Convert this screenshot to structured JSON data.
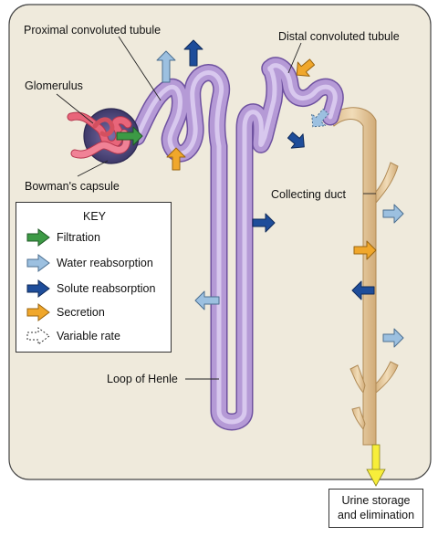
{
  "labels": {
    "proximal_tubule": "Proximal convoluted tubule",
    "glomerulus": "Glomerulus",
    "bowmans_capsule": "Bowman's capsule",
    "distal_tubule": "Distal convoluted tubule",
    "collecting_duct": "Collecting duct",
    "loop_of_henle": "Loop of Henle"
  },
  "key": {
    "title": "KEY",
    "items": [
      {
        "label": "Filtration",
        "icon": "filtration-arrow-icon",
        "color": "#3c9a45"
      },
      {
        "label": "Water reabsorption",
        "icon": "water-reabsorption-arrow-icon",
        "color": "#9cc0e0"
      },
      {
        "label": "Solute reabsorption",
        "icon": "solute-reabsorption-arrow-icon",
        "color": "#1e4d9a"
      },
      {
        "label": "Secretion",
        "icon": "secretion-arrow-icon",
        "color": "#f0a72b"
      },
      {
        "label": "Variable rate",
        "icon": "variable-rate-arrow-icon",
        "color": "#ffffff"
      }
    ]
  },
  "output_box": {
    "line1": "Urine storage",
    "line2": "and elimination"
  },
  "colors": {
    "background_panel": "#efeadc",
    "tubule": "#b59ad6",
    "collecting_duct": "#e4c79b",
    "glomerulus": "#e8657a",
    "urine_arrow": "#f7ee3a"
  }
}
